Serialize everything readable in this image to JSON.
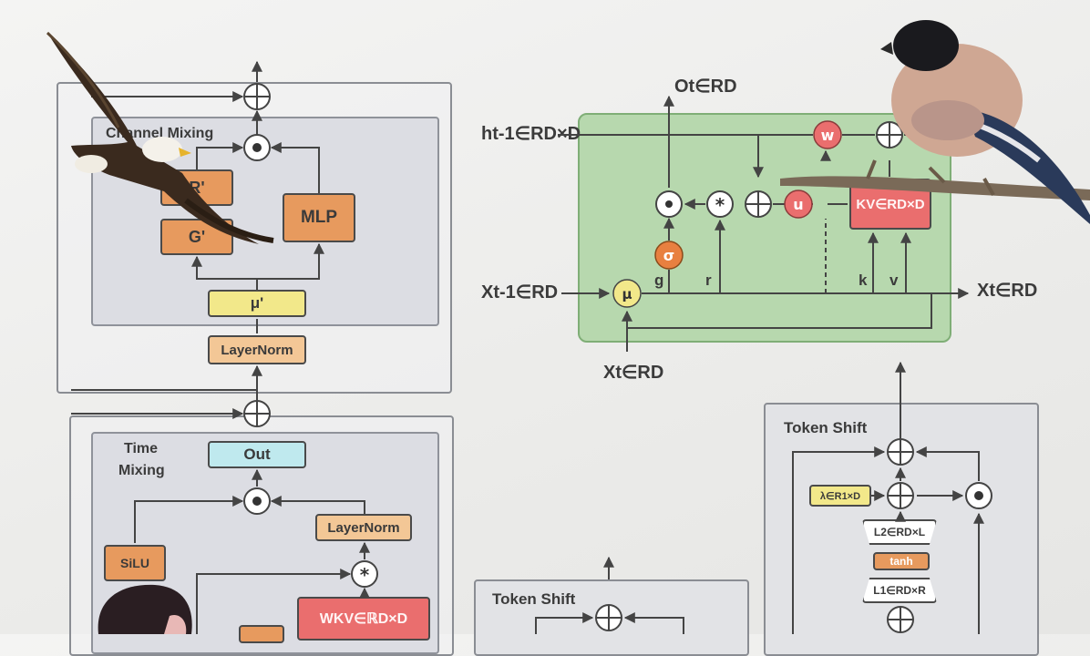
{
  "left_diagram": {
    "channel_mixing": {
      "title": "Channel Mixing",
      "r_box": "R'",
      "g_box": "G'",
      "mlp_box": "MLP",
      "mu_box": "μ'",
      "layernorm": "LayerNorm"
    },
    "time_mixing": {
      "title_line1": "Time",
      "title_line2": "Mixing",
      "out_box": "Out",
      "layernorm": "LayerNorm",
      "silu_box": "SiLU",
      "wkv_box": "WKV∈ℝD×D"
    }
  },
  "cell_diagram": {
    "output": "Ot∈RD",
    "hidden": "ht-1∈RD×D",
    "x_prev": "Xt-1∈RD",
    "x_curr": "Xt∈RD",
    "x_out": "Xt∈RD",
    "kv_box": "KV∈RD×D",
    "w_node": "w",
    "u_node": "u",
    "sigma_node": "σ",
    "mu_node": "μ",
    "star_node": "*",
    "dot_node": "•",
    "g_label": "g",
    "r_label": "r",
    "k_label": "k",
    "v_label": "v"
  },
  "token_shift_small": {
    "title": "Token Shift"
  },
  "token_shift_large": {
    "title": "Token Shift",
    "lambda_box": "λ∈R1×D",
    "l2_box": "L2∈RD×L",
    "tanh_box": "tanh",
    "l1_box": "L1∈RD×R"
  },
  "colors": {
    "orange": "#e79a5e",
    "yellow": "#f2e88a",
    "cyan": "#bfe9ee",
    "red": "#ea6e6e",
    "green_panel": "#b7d8ae"
  }
}
